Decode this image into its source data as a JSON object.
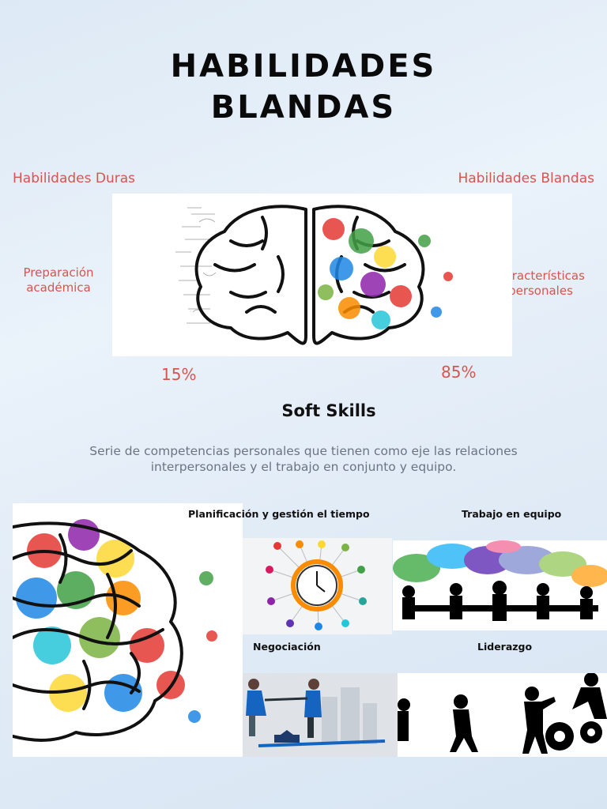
{
  "title": {
    "line1": "HABILIDADES",
    "line2": "BLANDAS"
  },
  "hard": {
    "heading": "Habilidades Duras",
    "desc_line1": "Preparación",
    "desc_line2": "académica",
    "percent": "15%"
  },
  "soft": {
    "heading": "Habilidades Blandas",
    "desc_line1": "Características",
    "desc_line2": "personales",
    "percent": "85%"
  },
  "section_title": "Soft Skills",
  "description": {
    "line1": "Serie de competencias personales que tienen como eje las relaciones",
    "line2": "interpersonales y el trabajo en conjunto y equipo."
  },
  "skills": [
    {
      "label": "Planificación y gestión el tiempo",
      "icon": "clock-infographic"
    },
    {
      "label": "Trabajo en equipo",
      "icon": "team-meeting"
    },
    {
      "label": "Negociación",
      "icon": "handshake"
    },
    {
      "label": "Liderazgo",
      "icon": "leader-gears"
    }
  ],
  "colors": {
    "accent": "#d9534f",
    "title": "#0a0a0a",
    "description": "#6b7480"
  }
}
